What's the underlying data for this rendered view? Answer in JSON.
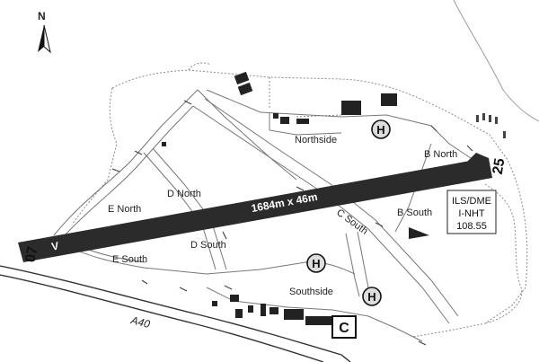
{
  "map": {
    "north_label": "N",
    "runway": {
      "dimensions": "1684m x 46m",
      "end_west": "07",
      "end_east": "25",
      "threshold_mark": "V"
    },
    "areas": [
      "Northside",
      "Southside"
    ],
    "taxiways": [
      "B North",
      "B South",
      "C South",
      "D North",
      "D South",
      "E North",
      "E South"
    ],
    "heliport_symbol": "H",
    "control_symbol": "C",
    "ils_box": [
      "ILS/DME",
      "I-NHT",
      "108.55"
    ],
    "road": "A40"
  }
}
